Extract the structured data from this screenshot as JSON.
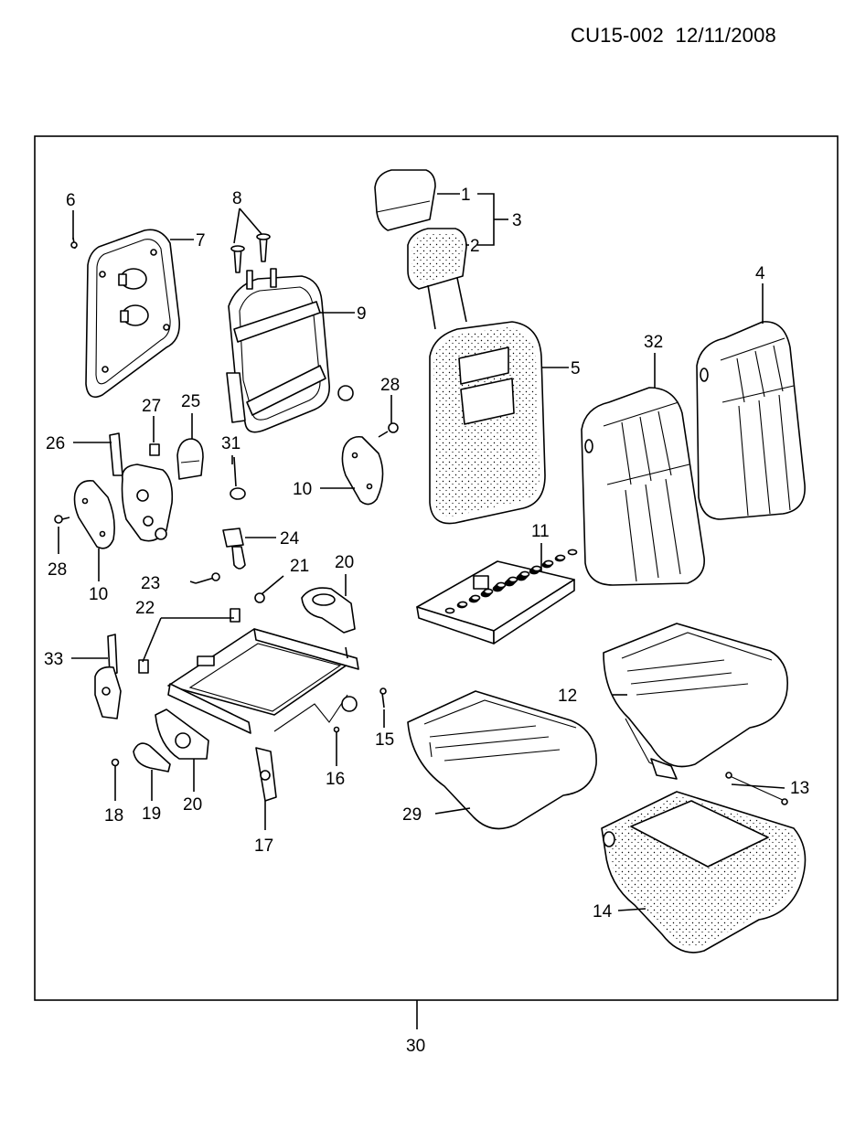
{
  "header": {
    "diagram_code": "CU15-002",
    "date": "12/11/2008"
  },
  "callouts": [
    "1",
    "2",
    "3",
    "4",
    "5",
    "6",
    "7",
    "8",
    "9",
    "10",
    "10",
    "11",
    "12",
    "13",
    "14",
    "15",
    "16",
    "17",
    "18",
    "19",
    "20",
    "20",
    "21",
    "22",
    "23",
    "24",
    "25",
    "26",
    "27",
    "28",
    "28",
    "29",
    "30",
    "31",
    "32",
    "33"
  ],
  "parts": [
    {
      "num": "1",
      "icon": "headrest-cover-icon"
    },
    {
      "num": "2",
      "icon": "headrest-pad-icon"
    },
    {
      "num": "4",
      "icon": "seatback-cover-icon"
    },
    {
      "num": "5",
      "icon": "seatback-pad-icon"
    },
    {
      "num": "6",
      "icon": "screw-icon"
    },
    {
      "num": "7",
      "icon": "back-board-icon"
    },
    {
      "num": "8",
      "icon": "headrest-guide-icon"
    },
    {
      "num": "9",
      "icon": "seatback-frame-icon"
    },
    {
      "num": "10",
      "icon": "recliner-cover-icon"
    },
    {
      "num": "11",
      "icon": "seat-spring-icon"
    },
    {
      "num": "12",
      "icon": "cushion-cover-icon"
    },
    {
      "num": "13",
      "icon": "hook-wire-icon"
    },
    {
      "num": "14",
      "icon": "cushion-pad-icon"
    },
    {
      "num": "15",
      "icon": "screw-icon"
    },
    {
      "num": "16",
      "icon": "pin-icon"
    },
    {
      "num": "17",
      "icon": "seat-frame-icon"
    },
    {
      "num": "18",
      "icon": "screw-icon"
    },
    {
      "num": "19",
      "icon": "lever-knob-icon"
    },
    {
      "num": "20",
      "icon": "side-shield-icon"
    },
    {
      "num": "21",
      "icon": "nut-icon"
    },
    {
      "num": "22",
      "icon": "clip-icon"
    },
    {
      "num": "23",
      "icon": "bolt-icon"
    },
    {
      "num": "24",
      "icon": "buckle-icon"
    },
    {
      "num": "25",
      "icon": "cap-icon"
    },
    {
      "num": "26",
      "icon": "recliner-icon"
    },
    {
      "num": "27",
      "icon": "clip-icon"
    },
    {
      "num": "28",
      "icon": "screw-icon"
    },
    {
      "num": "29",
      "icon": "cushion-assembly-icon"
    },
    {
      "num": "31",
      "icon": "fastener-icon"
    },
    {
      "num": "32",
      "icon": "seatback-assembly-icon"
    },
    {
      "num": "33",
      "icon": "latch-icon"
    }
  ],
  "colors": {
    "line": "#000000",
    "background": "#ffffff"
  }
}
